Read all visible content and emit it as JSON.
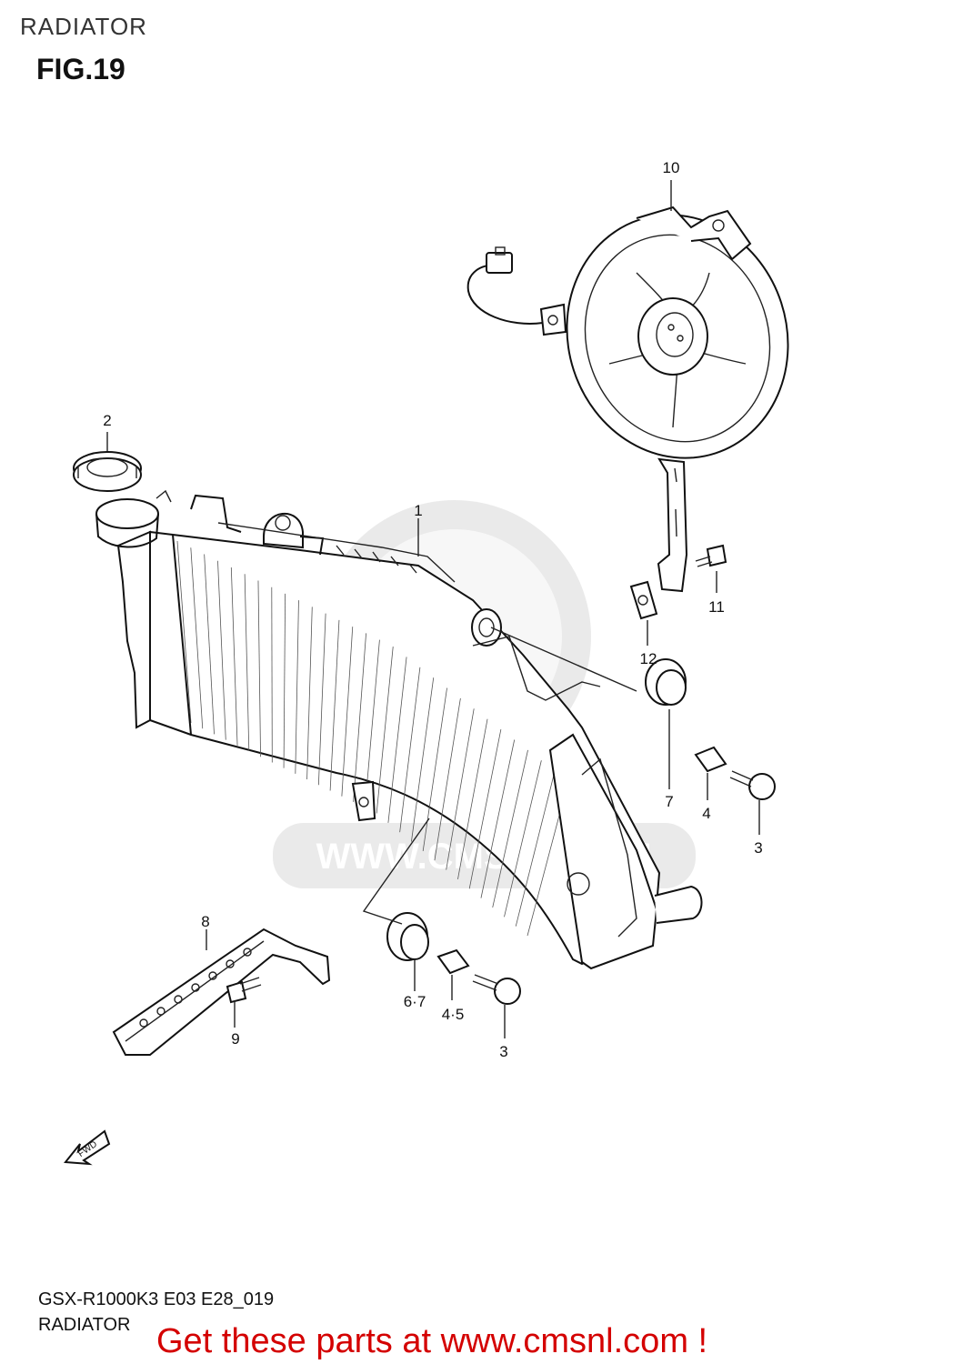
{
  "header": {
    "section_title": "RADIATOR",
    "figure_label": "FIG.19"
  },
  "watermark": {
    "brand": "CMS",
    "url": "WWW.CMSNL.COM"
  },
  "callouts": [
    {
      "id": "c10",
      "label": "10"
    },
    {
      "id": "c2",
      "label": "2"
    },
    {
      "id": "c1",
      "label": "1"
    },
    {
      "id": "c11",
      "label": "11"
    },
    {
      "id": "c12",
      "label": "12"
    },
    {
      "id": "c7",
      "label": "7"
    },
    {
      "id": "c4",
      "label": "4"
    },
    {
      "id": "c3a",
      "label": "3"
    },
    {
      "id": "c8",
      "label": "8"
    },
    {
      "id": "c67",
      "label": "6·7"
    },
    {
      "id": "c45",
      "label": "4·5"
    },
    {
      "id": "c3b",
      "label": "3"
    },
    {
      "id": "c9",
      "label": "9"
    }
  ],
  "fwd_marker": "FWD",
  "footer": {
    "model_code": "GSX-R1000K3 E03 E28_019",
    "section_name": "RADIATOR"
  },
  "promo": {
    "text": "Get these parts at www.cmsnl.com !",
    "color": "#d40000"
  }
}
